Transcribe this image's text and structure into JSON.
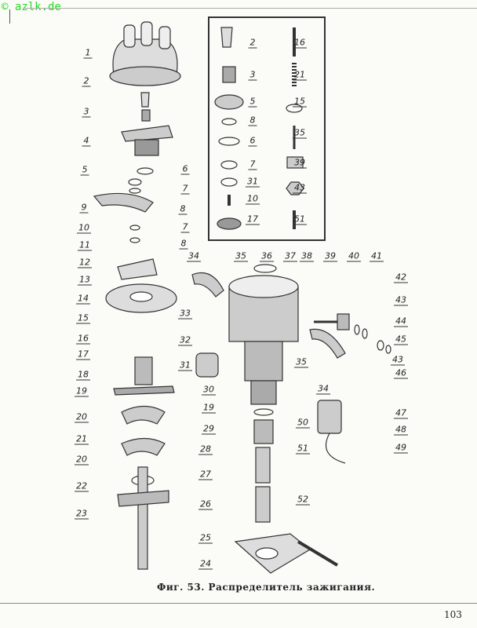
{
  "watermark": "© azlk.de",
  "caption": "Фиг. 53. Распределитель зажигания.",
  "page_number": "103",
  "labels": [
    "1",
    "2",
    "3",
    "4",
    "5",
    "6",
    "7",
    "8",
    "9",
    "7",
    "8",
    "10",
    "11",
    "12",
    "13",
    "14",
    "15",
    "16",
    "17",
    "33",
    "32",
    "31",
    "30",
    "18",
    "19",
    "19",
    "20",
    "21",
    "29",
    "20",
    "22",
    "23",
    "2",
    "16",
    "3",
    "21",
    "5",
    "15",
    "8",
    "6",
    "35",
    "7",
    "39",
    "31",
    "43",
    "10",
    "17",
    "51",
    "34",
    "35",
    "36",
    "37",
    "38",
    "39",
    "40",
    "41",
    "42",
    "43",
    "44",
    "45",
    "43",
    "46",
    "34",
    "35",
    "47",
    "48",
    "49",
    "50",
    "51",
    "52",
    "28",
    "27",
    "26",
    "25",
    "24"
  ]
}
